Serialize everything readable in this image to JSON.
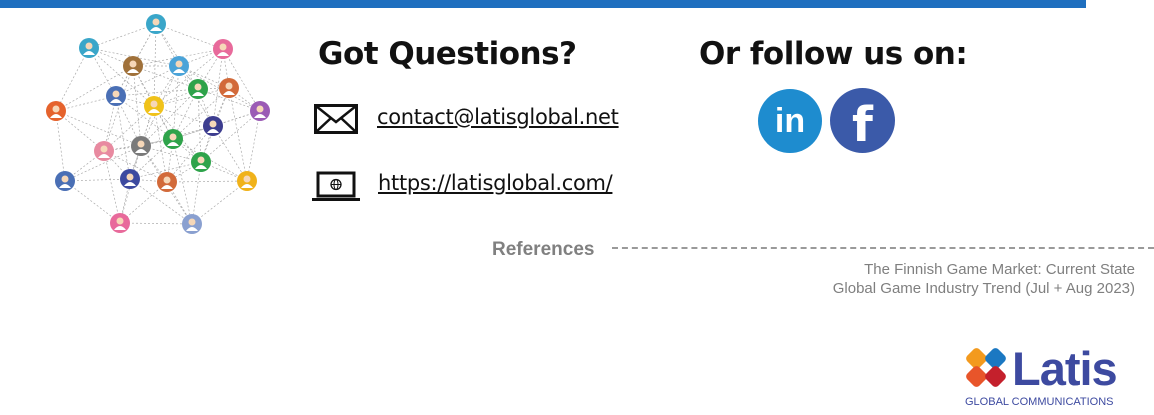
{
  "contact": {
    "heading": "Got Questions?",
    "email": "contact@latisglobal.net",
    "website": "https://latisglobal.com/"
  },
  "social": {
    "heading": "Or follow us on:",
    "linkedin_label": "in",
    "facebook_label": "f",
    "colors": {
      "linkedin": "#1e8ccf",
      "facebook": "#3b5aa9"
    }
  },
  "references": {
    "title": "References",
    "items": [
      "The Finnish Game Market: Current State",
      "Global Game Industry Trend (Jul + Aug 2023)"
    ]
  },
  "logo": {
    "name": "Latis",
    "tagline": "GLOBAL COMMUNICATIONS"
  },
  "colors": {
    "accent": "#1f6fbf",
    "logo": "#3d4aa0"
  }
}
